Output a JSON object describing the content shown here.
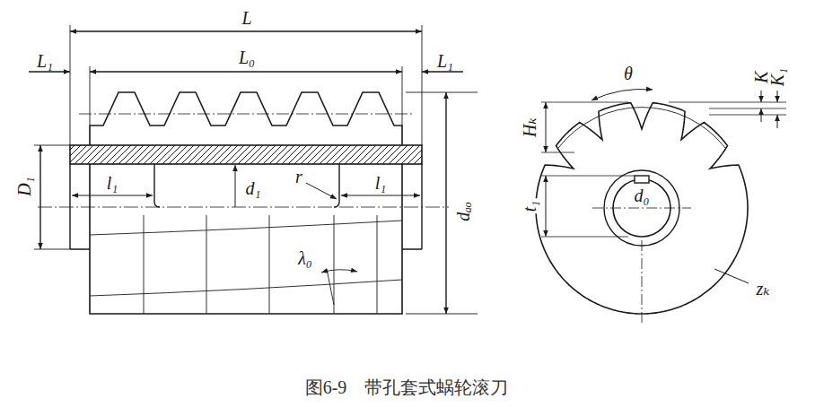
{
  "diagram": {
    "caption": "图6-9　带孔套式蜗轮滚刀",
    "labels": [
      "L",
      "L₁",
      "L₀",
      "L₁",
      "D₁",
      "l₁",
      "d₁",
      "r",
      "l₁",
      "dₐₒ",
      "λ₀",
      "θ",
      "K",
      "K₁",
      "Hₖ",
      "t₁",
      "d₀",
      "zₖ"
    ]
  }
}
